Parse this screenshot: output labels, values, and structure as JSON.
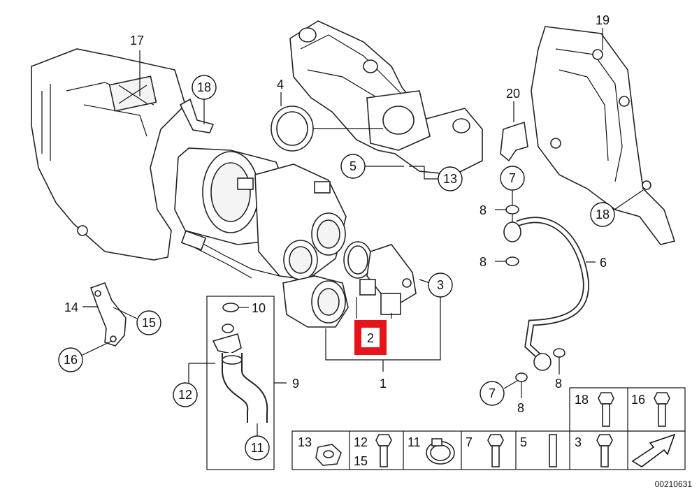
{
  "diagram": {
    "reference_code": "00210631",
    "highlight_color": "#e8141c",
    "callouts": {
      "c1": "1",
      "c2": "2",
      "c3": "3",
      "c4": "4",
      "c5": "5",
      "c6": "6",
      "c7a": "7",
      "c7b": "7",
      "c8a": "8",
      "c8b": "8",
      "c8c": "8",
      "c8d": "8",
      "c9": "9",
      "c10": "10",
      "c11": "11",
      "c12": "12",
      "c13": "13",
      "c14": "14",
      "c15": "15",
      "c16": "16",
      "c17": "17",
      "c18a": "18",
      "c18b": "18",
      "c19": "19",
      "c20": "20"
    },
    "legend_upper": {
      "l18": "18",
      "l16": "16"
    },
    "legend_lower": {
      "l13": "13",
      "l12": "12",
      "l15": "15",
      "l11": "11",
      "l7": "7",
      "l5": "5",
      "l3": "3"
    }
  }
}
